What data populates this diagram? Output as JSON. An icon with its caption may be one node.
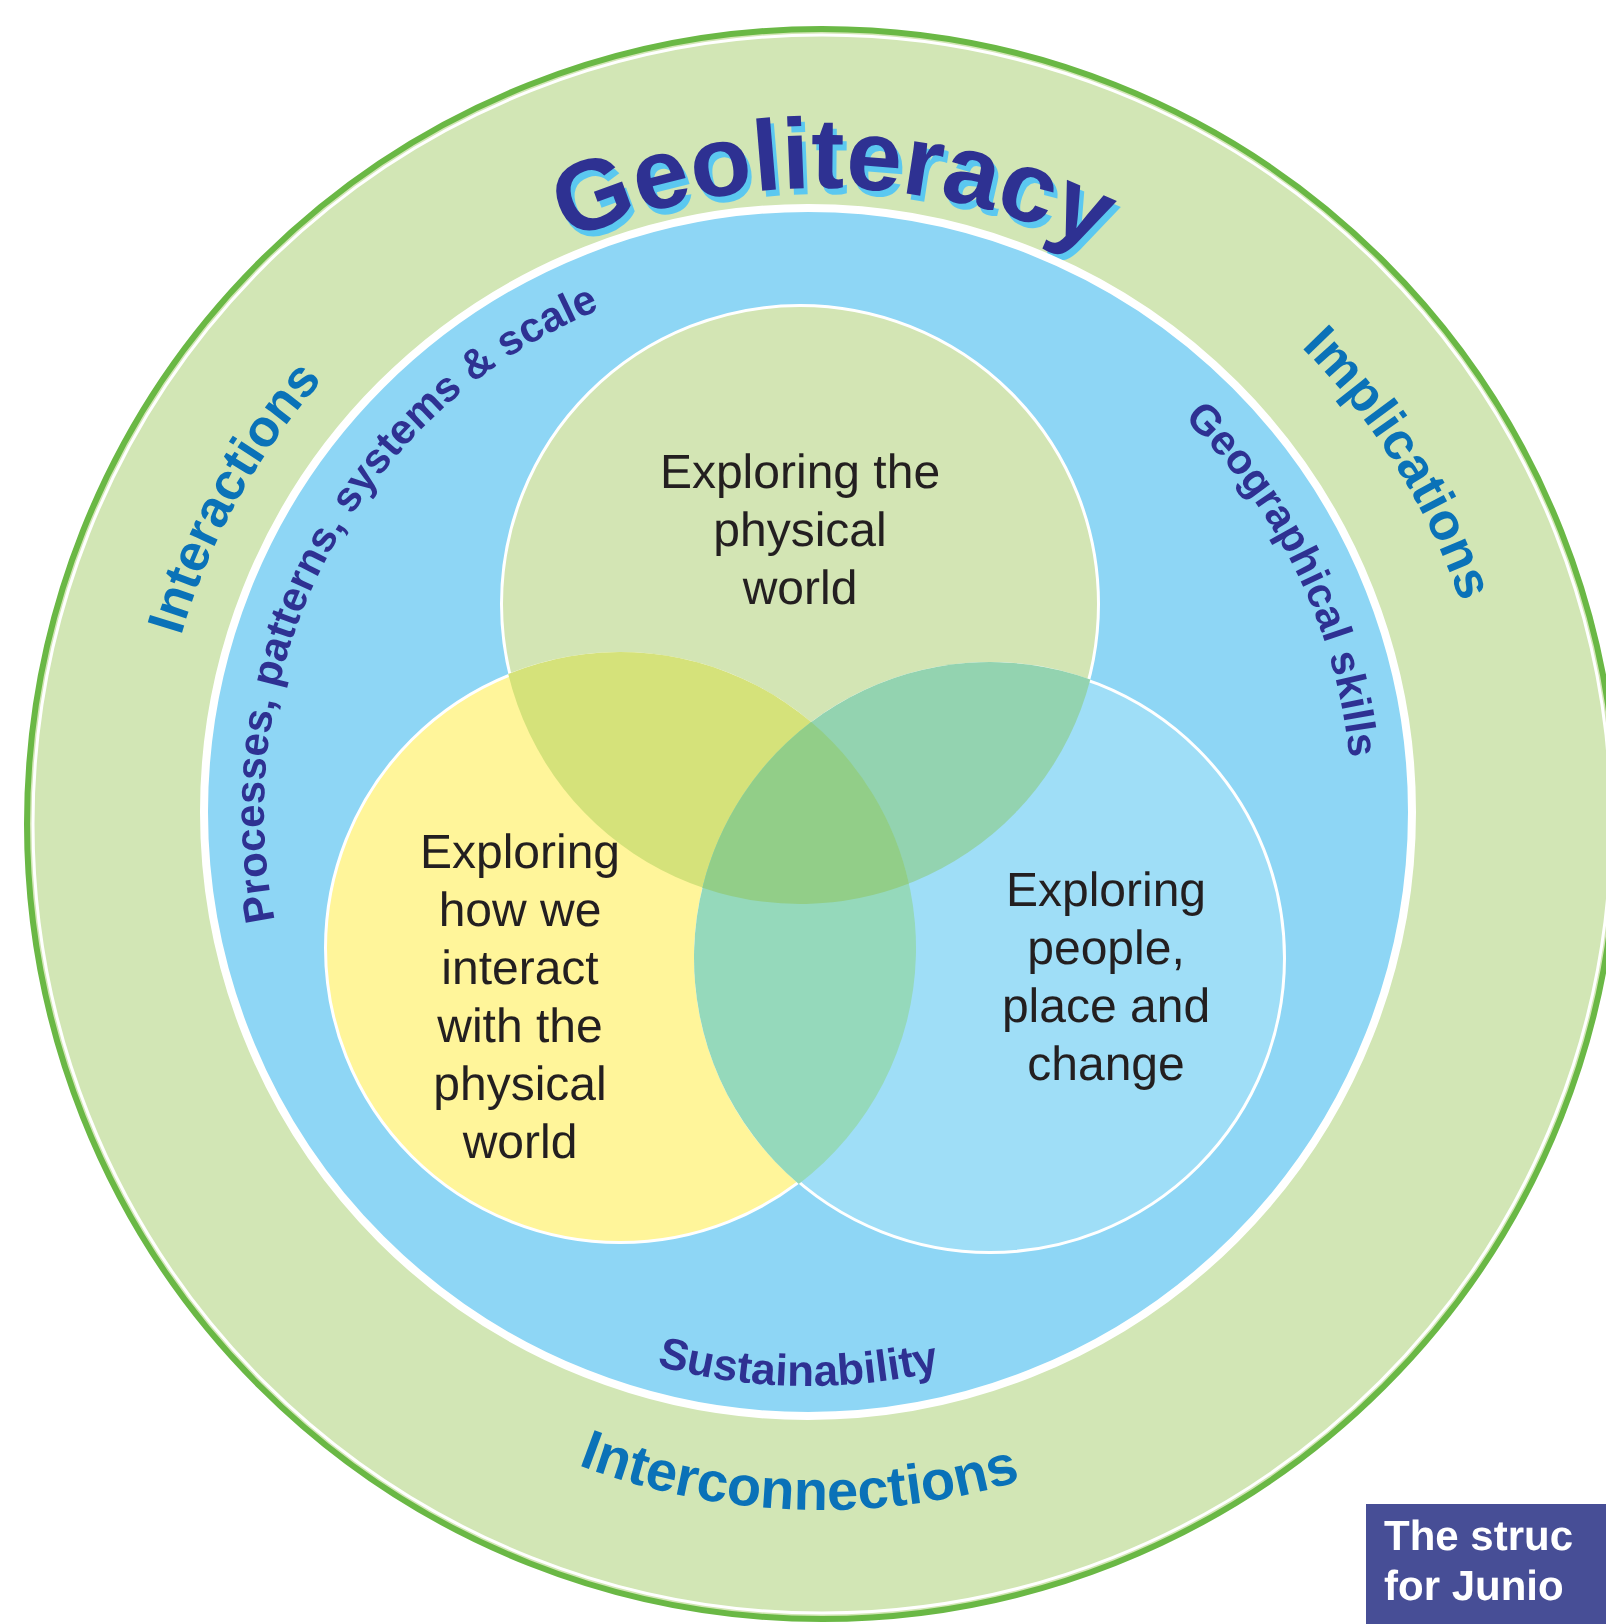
{
  "diagram": {
    "nodes": [
      {
        "text": [
          "Geoliteracy",
          "Interactions",
          "Implications",
          "Interconnections"
        ]
      },
      {
        "text": [
          "Processes, patterns, systems & scale",
          "Geographical skills",
          "Sustainability"
        ],
        "in": 0
      },
      {
        "text": [
          "Exploring the physical world"
        ],
        "in": 1
      },
      {
        "text": [
          "Exploring how we interact with the physical world"
        ],
        "in": 1
      },
      {
        "text": [
          "Exploring people, place and change"
        ],
        "in": 1
      }
    ],
    "labels": [
      "The struc for Junio"
    ]
  }
}
